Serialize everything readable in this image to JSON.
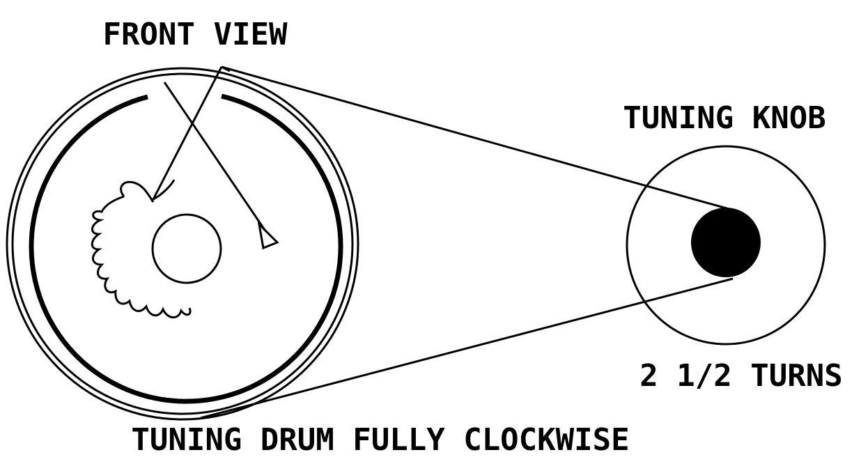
{
  "labels": {
    "front_view": "FRONT VIEW",
    "tuning_knob": "TUNING KNOB",
    "turns": "2 1/2 TURNS",
    "drum_position": "TUNING DRUM FULLY CLOCKWISE"
  },
  "colors": {
    "ink": "#000000",
    "paper": "#ffffff"
  }
}
